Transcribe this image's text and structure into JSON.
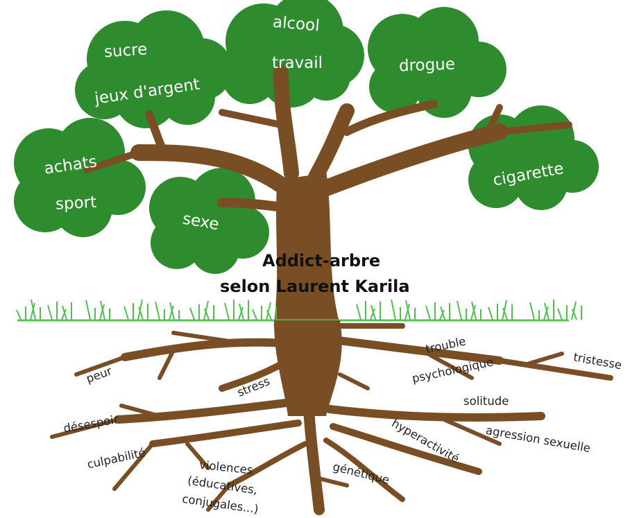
{
  "title": {
    "line1": "Addict-arbre",
    "line2": "selon  Laurent Karila"
  },
  "leaves": {
    "sucre": "sucre",
    "jeux": "jeux d'argent",
    "alcool": "alcool",
    "travail": "travail",
    "drogue": "drogue",
    "achats": "achats",
    "sport": "sport",
    "sexe": "sexe",
    "cigarette": "cigarette"
  },
  "roots": {
    "peur": "peur",
    "stress": "stress",
    "trouble": "trouble",
    "psychologique": "psychologique",
    "tristesse": "tristesse",
    "solitude": "solitude",
    "desespoir": "désespoir",
    "culpabilite": "culpabilité",
    "hyperactivite": "hyperactivité",
    "agression": "agression sexuelle",
    "violences1": "violences",
    "violences2": "(éducatives,",
    "violences3": "conjugales...)",
    "genetique": "génétique"
  },
  "colors": {
    "foliage": "#2e8b2e",
    "foliage_edge": "#1f6e1f",
    "bark": "#7a4e24",
    "grass": "#4cc24c",
    "ground_line": "#55c455",
    "title": "#111111"
  }
}
